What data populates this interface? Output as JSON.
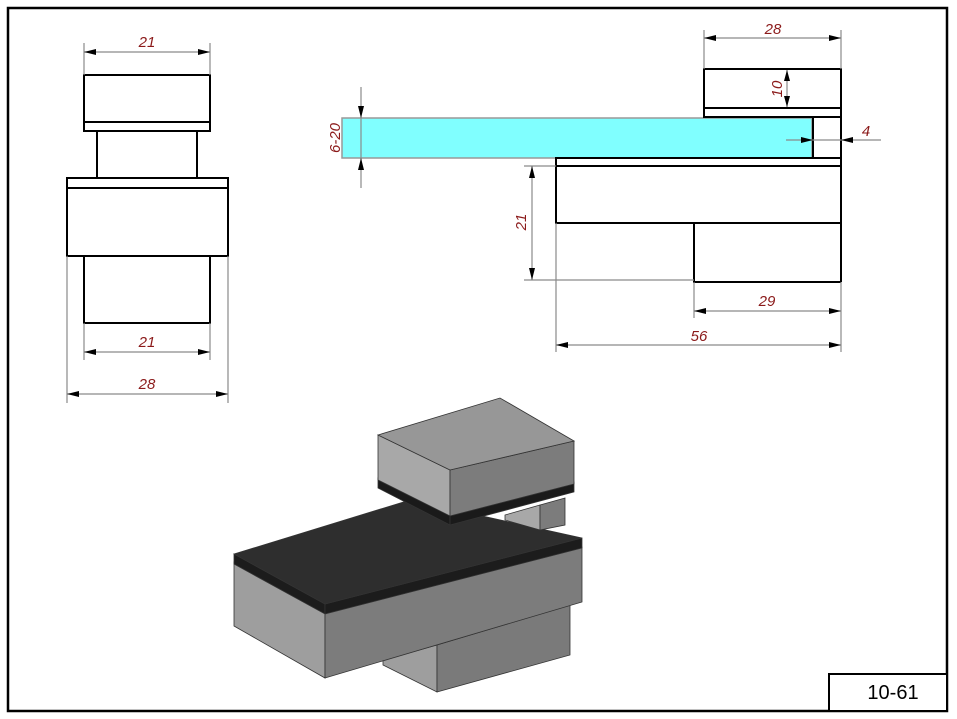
{
  "drawing": {
    "drawing_number": "10-61",
    "front_view": {
      "dimensions": {
        "top_width": "21",
        "bottom_width": "21",
        "overall_width": "28"
      }
    },
    "side_view": {
      "dimensions": {
        "glass_thickness": "6-20",
        "top_clamp_width": "28",
        "top_clamp_height": "10",
        "gap": "4",
        "base_height": "21",
        "base_lower_width": "29",
        "overall_length": "56"
      },
      "glass_color": "#80ffff"
    },
    "isometric_view": {
      "colors": {
        "light_face": "#9a9a9a",
        "mid_face": "#7a7a7a",
        "dark_face": "#2a2a2a",
        "pad": "#111111"
      }
    },
    "colors": {
      "dimension_text": "#8b1a1a",
      "dimension_line": "#8a8a8a",
      "outline": "#000000"
    }
  }
}
